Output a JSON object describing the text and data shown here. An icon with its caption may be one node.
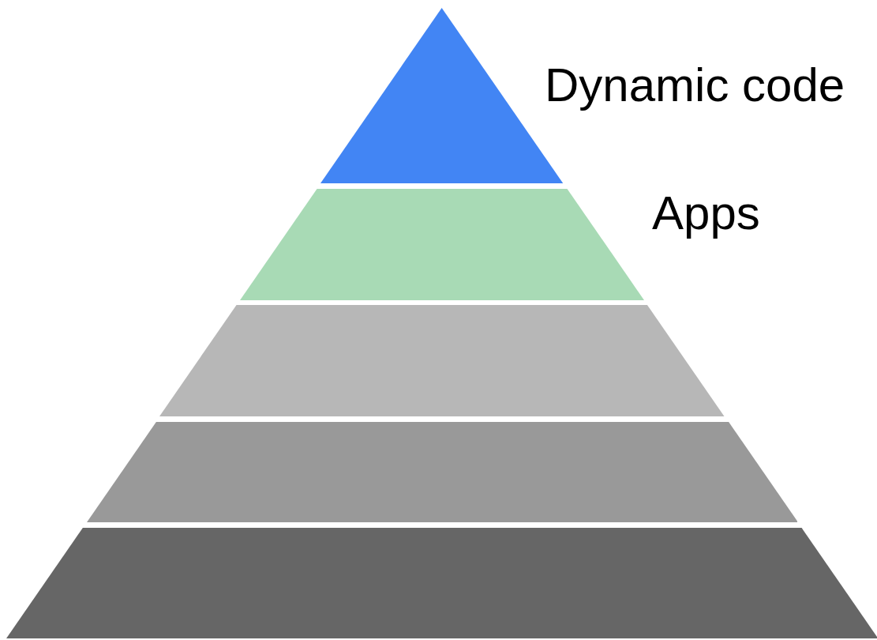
{
  "diagram": {
    "nodes": [
      {
        "text": [],
        "shape": "triangle",
        "beside": [
          "Dynamic code"
        ]
      },
      {
        "text": [],
        "shape": "band",
        "beside": [
          "Apps"
        ]
      },
      {
        "text": [],
        "shape": "band"
      },
      {
        "text": [],
        "shape": "band"
      },
      {
        "text": [],
        "shape": "band"
      }
    ]
  }
}
